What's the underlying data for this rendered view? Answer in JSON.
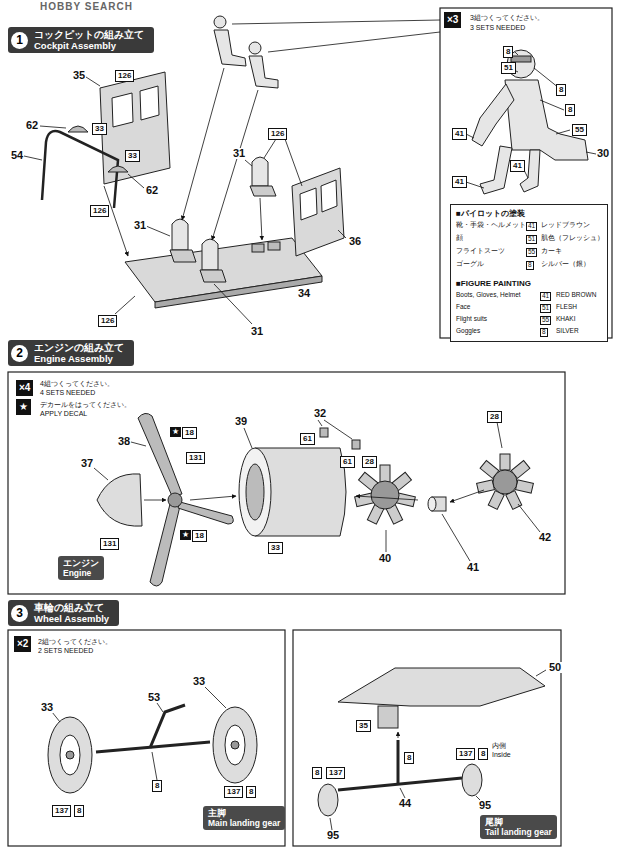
{
  "diagram": {
    "nodes": [
      {
        "text": [
          "1",
          "コックピットの組み立て",
          "Cockpit Assembly"
        ]
      },
      {
        "text": [
          "×3"
        ]
      },
      {
        "text": [
          "■パイロットの塗装",
          "■FIGURE PAINTING"
        ]
      },
      {
        "text": [
          "2",
          "エンジンの組み立て",
          "Engine Assembly"
        ]
      },
      {
        "text": [
          "×4"
        ]
      },
      {
        "text": [
          "★"
        ]
      },
      {
        "text": [
          "エンジン",
          "Engine"
        ]
      },
      {
        "text": [
          "3",
          "車輪の組み立て",
          "Wheel Assembly"
        ]
      },
      {
        "text": [
          "×2"
        ]
      },
      {
        "text": [
          "主脚",
          "Main landing gear"
        ]
      },
      {
        "text": [
          "尾脚",
          "Tail landing gear"
        ]
      }
    ],
    "labels": [
      "HOBBY SEARCH",
      "35",
      "126",
      "62",
      "33",
      "54",
      "33",
      "62",
      "126",
      "31",
      "31",
      "126",
      "36",
      "34",
      "126",
      "31",
      "3組つくってください。",
      "3 SETS NEEDED",
      "8",
      "51",
      "8",
      "8",
      "41",
      "41",
      "55",
      "30",
      "41",
      "靴・手袋・ヘルメット",
      "41",
      "レッドブラウン",
      "顔",
      "51",
      "肌色（フレッシュ）",
      "フライトスーツ",
      "55",
      "カーキ",
      "ゴーグル",
      "8",
      "シルバー（銀）",
      "Boots, Gloves, Helmet",
      "41",
      "RED BROWN",
      "Face",
      "51",
      "FLESH",
      "Flight suits",
      "55",
      "KHAKI",
      "Goggles",
      "8",
      "SILVER",
      "4組つくってください。",
      "4 SETS NEEDED",
      "デカールをはってください。",
      "APPLY DECAL",
      "32",
      "61",
      "61",
      "28",
      "28",
      "39",
      "★",
      "18",
      "38",
      "131",
      "37",
      "131",
      "33",
      "★",
      "18",
      "40",
      "41",
      "42",
      "2組つくってください。",
      "2 SETS NEEDED",
      "33",
      "53",
      "33",
      "137",
      "8",
      "8",
      "137",
      "8",
      "50",
      "35",
      "8",
      "137",
      "8",
      "内側",
      "Inside",
      "8",
      "137",
      "44",
      "95",
      "95"
    ]
  }
}
